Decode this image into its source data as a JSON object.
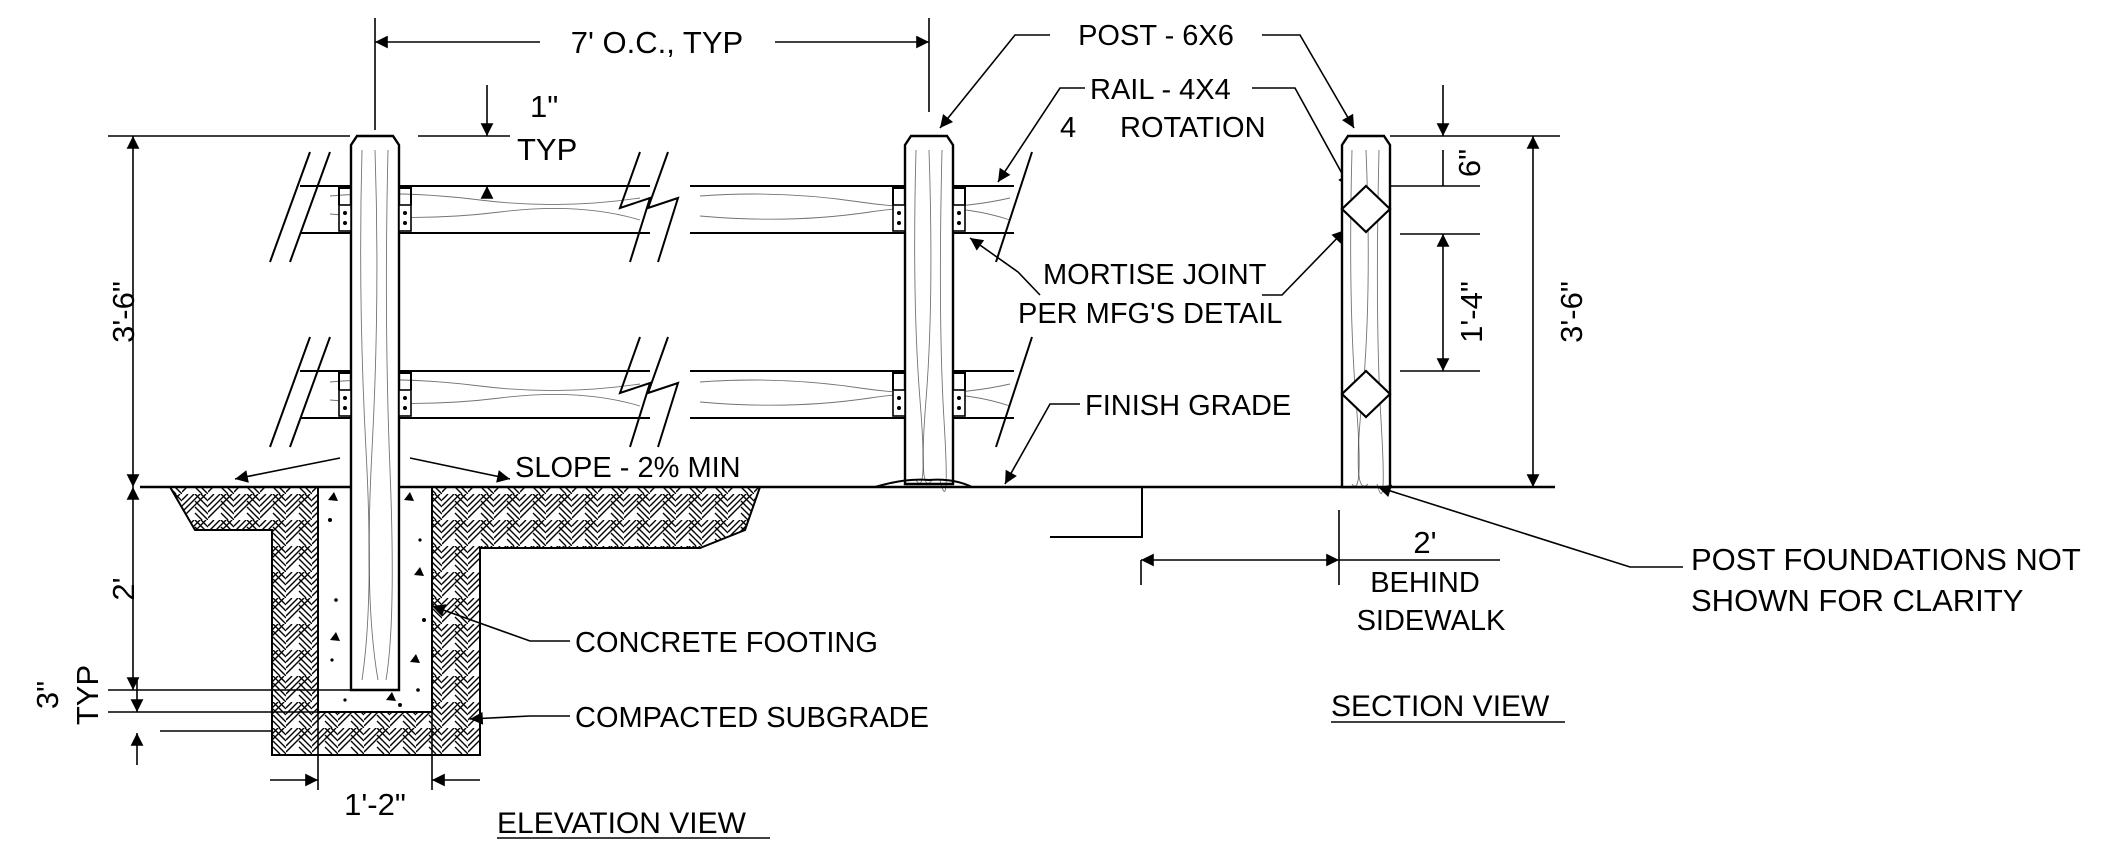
{
  "labels": {
    "post_spacing": "7' O.C., TYP",
    "post": "POST - 6X6",
    "rail": "RAIL - 4X4",
    "rail_rotation_num": "4",
    "rail_rotation": "ROTATION",
    "gap_value": "1\"",
    "gap_typ": "TYP",
    "mortise_line1": "MORTISE JOINT",
    "mortise_line2": "PER MFG'S DETAIL",
    "finish_grade": "FINISH GRADE",
    "slope": "SLOPE - 2% MIN",
    "concrete_footing": "CONCRETE FOOTING",
    "compacted_subgrade": "COMPACTED SUBGRADE",
    "footing_width": "1'-2\"",
    "elevation_view": "ELEVATION VIEW",
    "section_view": "SECTION VIEW",
    "post_height_elev": "3'-6\"",
    "embed_depth": "2'",
    "base_3in": "3\"",
    "base_typ": "TYP",
    "section_top": "6\"",
    "section_rail_spacing": "1'-4\"",
    "section_height": "3'-6\"",
    "behind_value": "2'",
    "behind_line1": "BEHIND",
    "behind_line2": "SIDEWALK",
    "foundation_note_line1": "POST FOUNDATIONS NOT",
    "foundation_note_line2": "SHOWN FOR CLARITY"
  }
}
